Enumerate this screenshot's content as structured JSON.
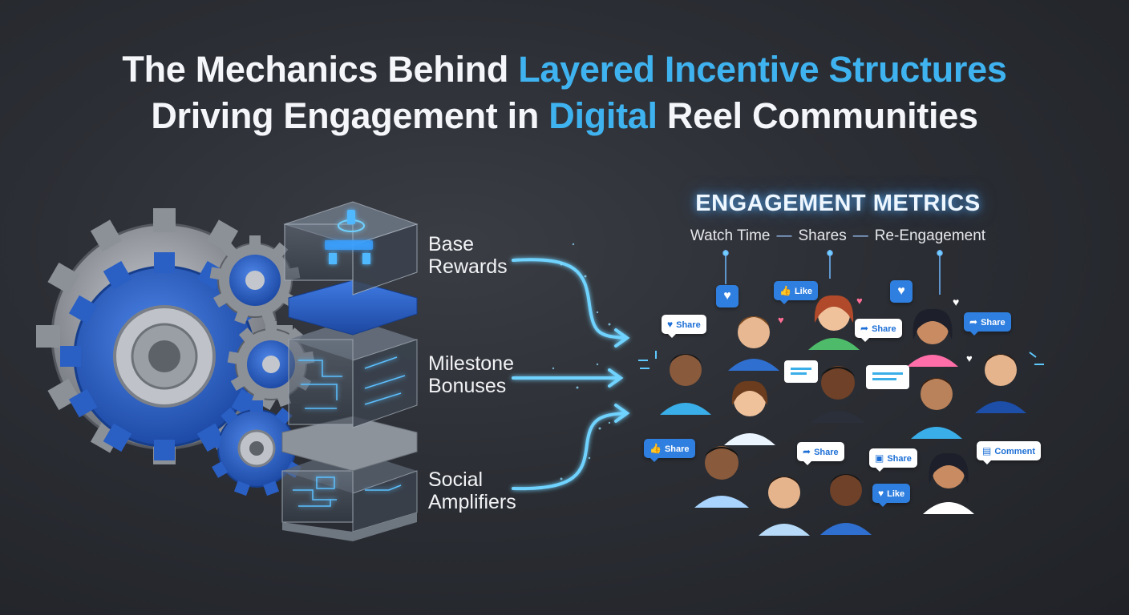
{
  "title": {
    "line1": {
      "pre": "The Mechanics Behind ",
      "highlight": "Layered Incentive Structures"
    },
    "line2": {
      "pre": "Driving Engagement in ",
      "highlight": "Digital",
      "post": " Reel Communities"
    }
  },
  "layers": [
    {
      "line1": "Base",
      "line2": "Rewards"
    },
    {
      "line1": "Milestone",
      "line2": "Bonuses"
    },
    {
      "line1": "Social",
      "line2": "Amplifiers"
    }
  ],
  "metrics": {
    "title": "ENGAGEMENT METRICS",
    "items": [
      "Watch Time",
      "Shares",
      "Re-Engagement"
    ]
  },
  "bubbles": {
    "share": "Share",
    "like": "Like",
    "comment": "Comment"
  },
  "colors": {
    "accent": "#3fb3f0",
    "gear_blue": "#2a5fc4",
    "gear_gray": "#8c9097",
    "glow": "#62c4ff"
  }
}
